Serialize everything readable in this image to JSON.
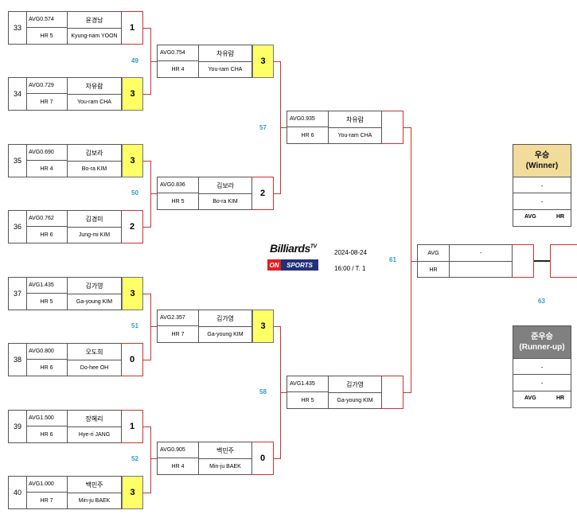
{
  "round1": [
    {
      "seed": "33",
      "avg": "AVG0.574",
      "hr": "HR 5",
      "kname": "윤경남",
      "ename": "Kyung-nam YOON",
      "score": "1",
      "win": false
    },
    {
      "seed": "34",
      "avg": "AVG0.729",
      "hr": "HR 7",
      "kname": "차유람",
      "ename": "You-ram CHA",
      "score": "3",
      "win": true
    },
    {
      "seed": "35",
      "avg": "AVG0.690",
      "hr": "HR 4",
      "kname": "김보라",
      "ename": "Bo-ra KIM",
      "score": "3",
      "win": true
    },
    {
      "seed": "36",
      "avg": "AVG0.762",
      "hr": "HR 6",
      "kname": "김경미",
      "ename": "Jung-mi KIM",
      "score": "2",
      "win": false
    },
    {
      "seed": "37",
      "avg": "AVG1.435",
      "hr": "HR 5",
      "kname": "김가영",
      "ename": "Ga-young KIM",
      "score": "3",
      "win": true
    },
    {
      "seed": "38",
      "avg": "AVG0.800",
      "hr": "HR 6",
      "kname": "오도희",
      "ename": "Do-hee OH",
      "score": "0",
      "win": false
    },
    {
      "seed": "39",
      "avg": "AVG1.500",
      "hr": "HR 6",
      "kname": "장혜리",
      "ename": "Hye-ri JANG",
      "score": "1",
      "win": false
    },
    {
      "seed": "40",
      "avg": "AVG1.000",
      "hr": "HR 7",
      "kname": "백민주",
      "ename": "Min-ju BAEK",
      "score": "3",
      "win": true
    }
  ],
  "round2": [
    {
      "avg": "AVG0.754",
      "hr": "HR 4",
      "kname": "차유람",
      "ename": "You-ram CHA",
      "score": "3",
      "win": true
    },
    {
      "avg": "AVG0.836",
      "hr": "HR 5",
      "kname": "김보라",
      "ename": "Bo-ra KIM",
      "score": "2",
      "win": false
    },
    {
      "avg": "AVG2.357",
      "hr": "HR 7",
      "kname": "김가영",
      "ename": "Ga-young KIM",
      "score": "3",
      "win": true
    },
    {
      "avg": "AVG0.905",
      "hr": "HR 4",
      "kname": "백민주",
      "ename": "Min-ju BAEK",
      "score": "0",
      "win": false
    }
  ],
  "round3": [
    {
      "avg": "AVG0.935",
      "hr": "HR 6",
      "kname": "차유람",
      "ename": "You-ram CHA"
    },
    {
      "avg": "AVG1.435",
      "hr": "HR 5",
      "kname": "김가영",
      "ename": "Ga-young KIM"
    }
  ],
  "match_numbers": {
    "m49": "49",
    "m50": "50",
    "m51": "51",
    "m52": "52",
    "m57": "57",
    "m58": "58",
    "m61": "61",
    "m63": "63"
  },
  "final": {
    "avg": "AVG",
    "avg_value": "-",
    "hr": "HR"
  },
  "event": {
    "date": "2024-08-24",
    "time": "16:00 / T. 1"
  },
  "logo": {
    "brand": "Billiards",
    "tv": "TV",
    "on": "ON",
    "sports": "SPORTS"
  },
  "winner": {
    "title_kr": "우승",
    "title_en": "(Winner)",
    "row1": "-",
    "row2": "-",
    "avg": "AVG",
    "hr": "HR"
  },
  "runnerup": {
    "title_kr": "준우승",
    "title_en": "(Runner-up)",
    "row1": "-",
    "row2": "-",
    "avg": "AVG",
    "hr": "HR"
  },
  "colors": {
    "line": "#cc3333",
    "winner_score": "#ffff66",
    "match_number": "#3399cc",
    "winner_header": "#f2dc9b",
    "runnerup_header": "#808080"
  }
}
